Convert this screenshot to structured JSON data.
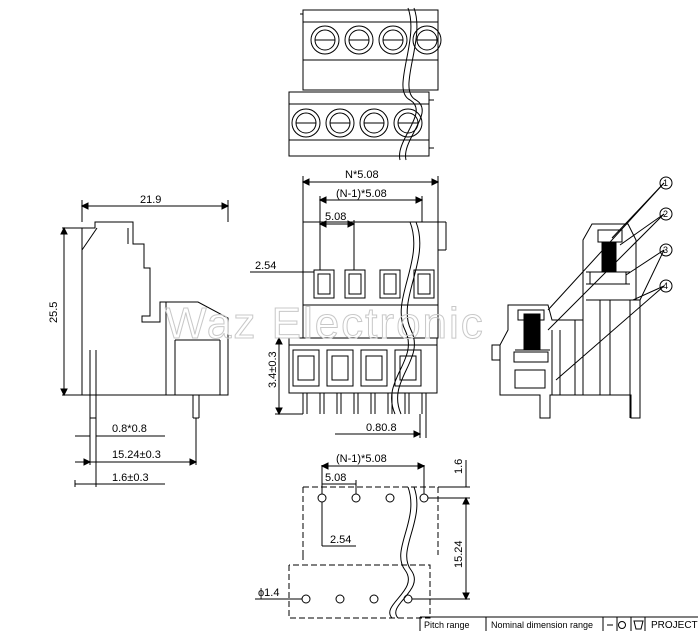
{
  "watermark": "Waz Electronic",
  "front_view": {
    "pitch_total": "N*5.08",
    "pitch_n_minus_1": "(N-1)*5.08",
    "pitch_single": "5.08",
    "pin_offset": "2.54",
    "height_tol": "3.4±0.3",
    "pin_size": "0.80.8"
  },
  "side_view": {
    "width": "21.9",
    "height": "25.5",
    "pin_section": "0.8*0.8",
    "pin_span": "15.24±0.3",
    "pin_offset": "1.6±0.3"
  },
  "pcb_view": {
    "pitch_n_minus_1": "(N-1)*5.08",
    "pitch_single": "5.08",
    "offset": "2.54",
    "edge": "1.6",
    "row_span": "15.24",
    "hole_dia": "ϕ1.4"
  },
  "callouts": [
    "1",
    "2",
    "3",
    "4"
  ],
  "title_block": {
    "pitch_range": "Pitch range",
    "nominal_dimension_range": "Nominal dimension range",
    "project": "PROJECT"
  }
}
